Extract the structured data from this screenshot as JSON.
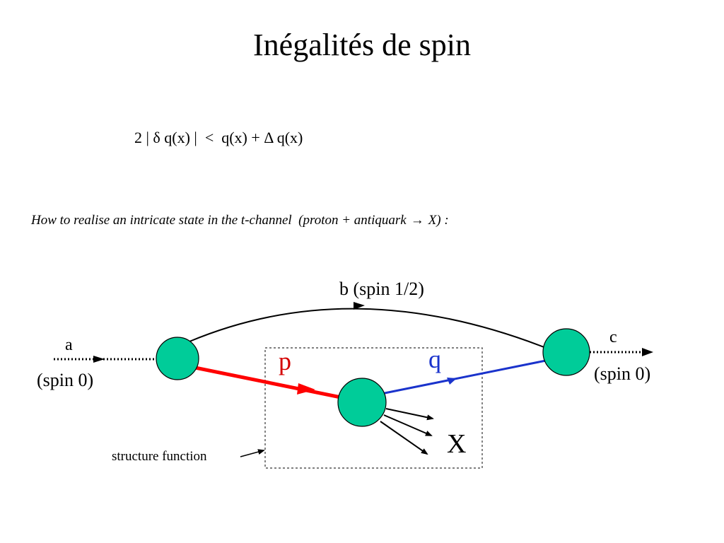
{
  "title": "Inégalités de spin",
  "formula": "2 | δ q(x) |  <  q(x) + Δ q(x)",
  "subtitle": {
    "text_before": "How to realise an intricate state in the t-channel  (proton + antiquark",
    "arrow": "→",
    "text_after": "X) :"
  },
  "diagram": {
    "labels": {
      "b": "b  (spin 1/2)",
      "a": "a",
      "spin_a": "(spin 0)",
      "c": "c",
      "spin_c": "(spin 0)",
      "p": "p",
      "q": "q",
      "x": "X",
      "structure_function": "structure function"
    },
    "colors": {
      "node_fill": "#00cc99",
      "proton_line": "#ff0000",
      "quark_line": "#1a33cc",
      "p_label": "#d40000",
      "q_label": "#1a33cc",
      "black": "#000000"
    }
  }
}
